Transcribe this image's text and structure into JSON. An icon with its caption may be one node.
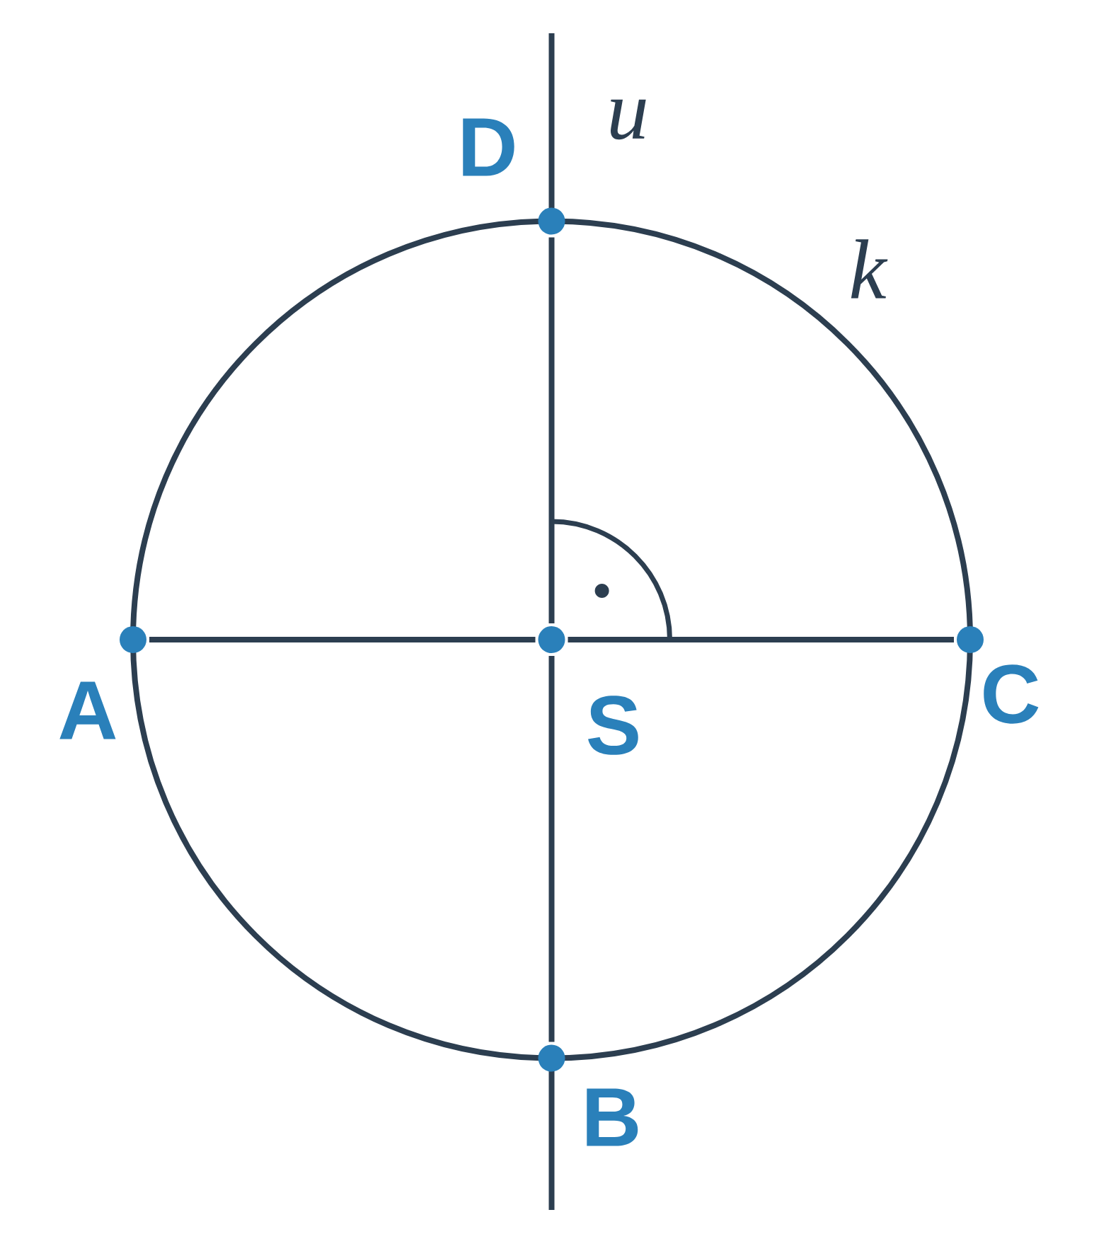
{
  "diagram": {
    "nodes": [
      {
        "text": [],
        "shape": "circle",
        "beside": [
          "D"
        ]
      },
      {
        "text": [],
        "shape": "circle",
        "beside": [
          "A"
        ]
      },
      {
        "text": [],
        "shape": "circle",
        "beside": [
          "S"
        ]
      },
      {
        "text": [],
        "shape": "circle",
        "beside": [
          "C"
        ]
      },
      {
        "text": [],
        "shape": "circle",
        "beside": [
          "B"
        ]
      }
    ],
    "edges": [
      {
        "from": 1,
        "to": 2,
        "arrow": "none"
      },
      {
        "from": 2,
        "to": 3,
        "arrow": "none"
      },
      {
        "from": 0,
        "to": 2,
        "arrow": "none"
      },
      {
        "from": 2,
        "to": 4,
        "arrow": "none"
      }
    ],
    "labels": [
      "u",
      "k"
    ]
  }
}
